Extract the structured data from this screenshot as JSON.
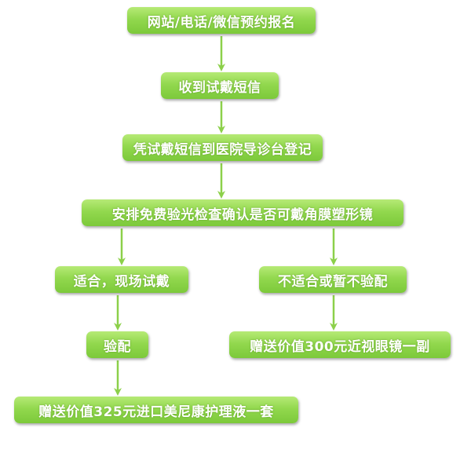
{
  "flow": {
    "step1": "网站/电话/微信预约报名",
    "step2": "收到试戴短信",
    "step3": "凭试戴短信到医院导诊台登记",
    "step4": "安排免费验光检查确认是否可戴角膜塑形镜",
    "suitable": "适合，现场试戴",
    "unsuitable": "不适合或暂不验配",
    "fitting": "验配",
    "gift_unsuitable": "赠送价值300元近视眼镜一副",
    "gift_suitable": "赠送价值325元进口美尼康护理液一套"
  },
  "colors": {
    "node_fill": "#92d84e",
    "arrow": "#8cd04a",
    "text": "#ffffff"
  }
}
